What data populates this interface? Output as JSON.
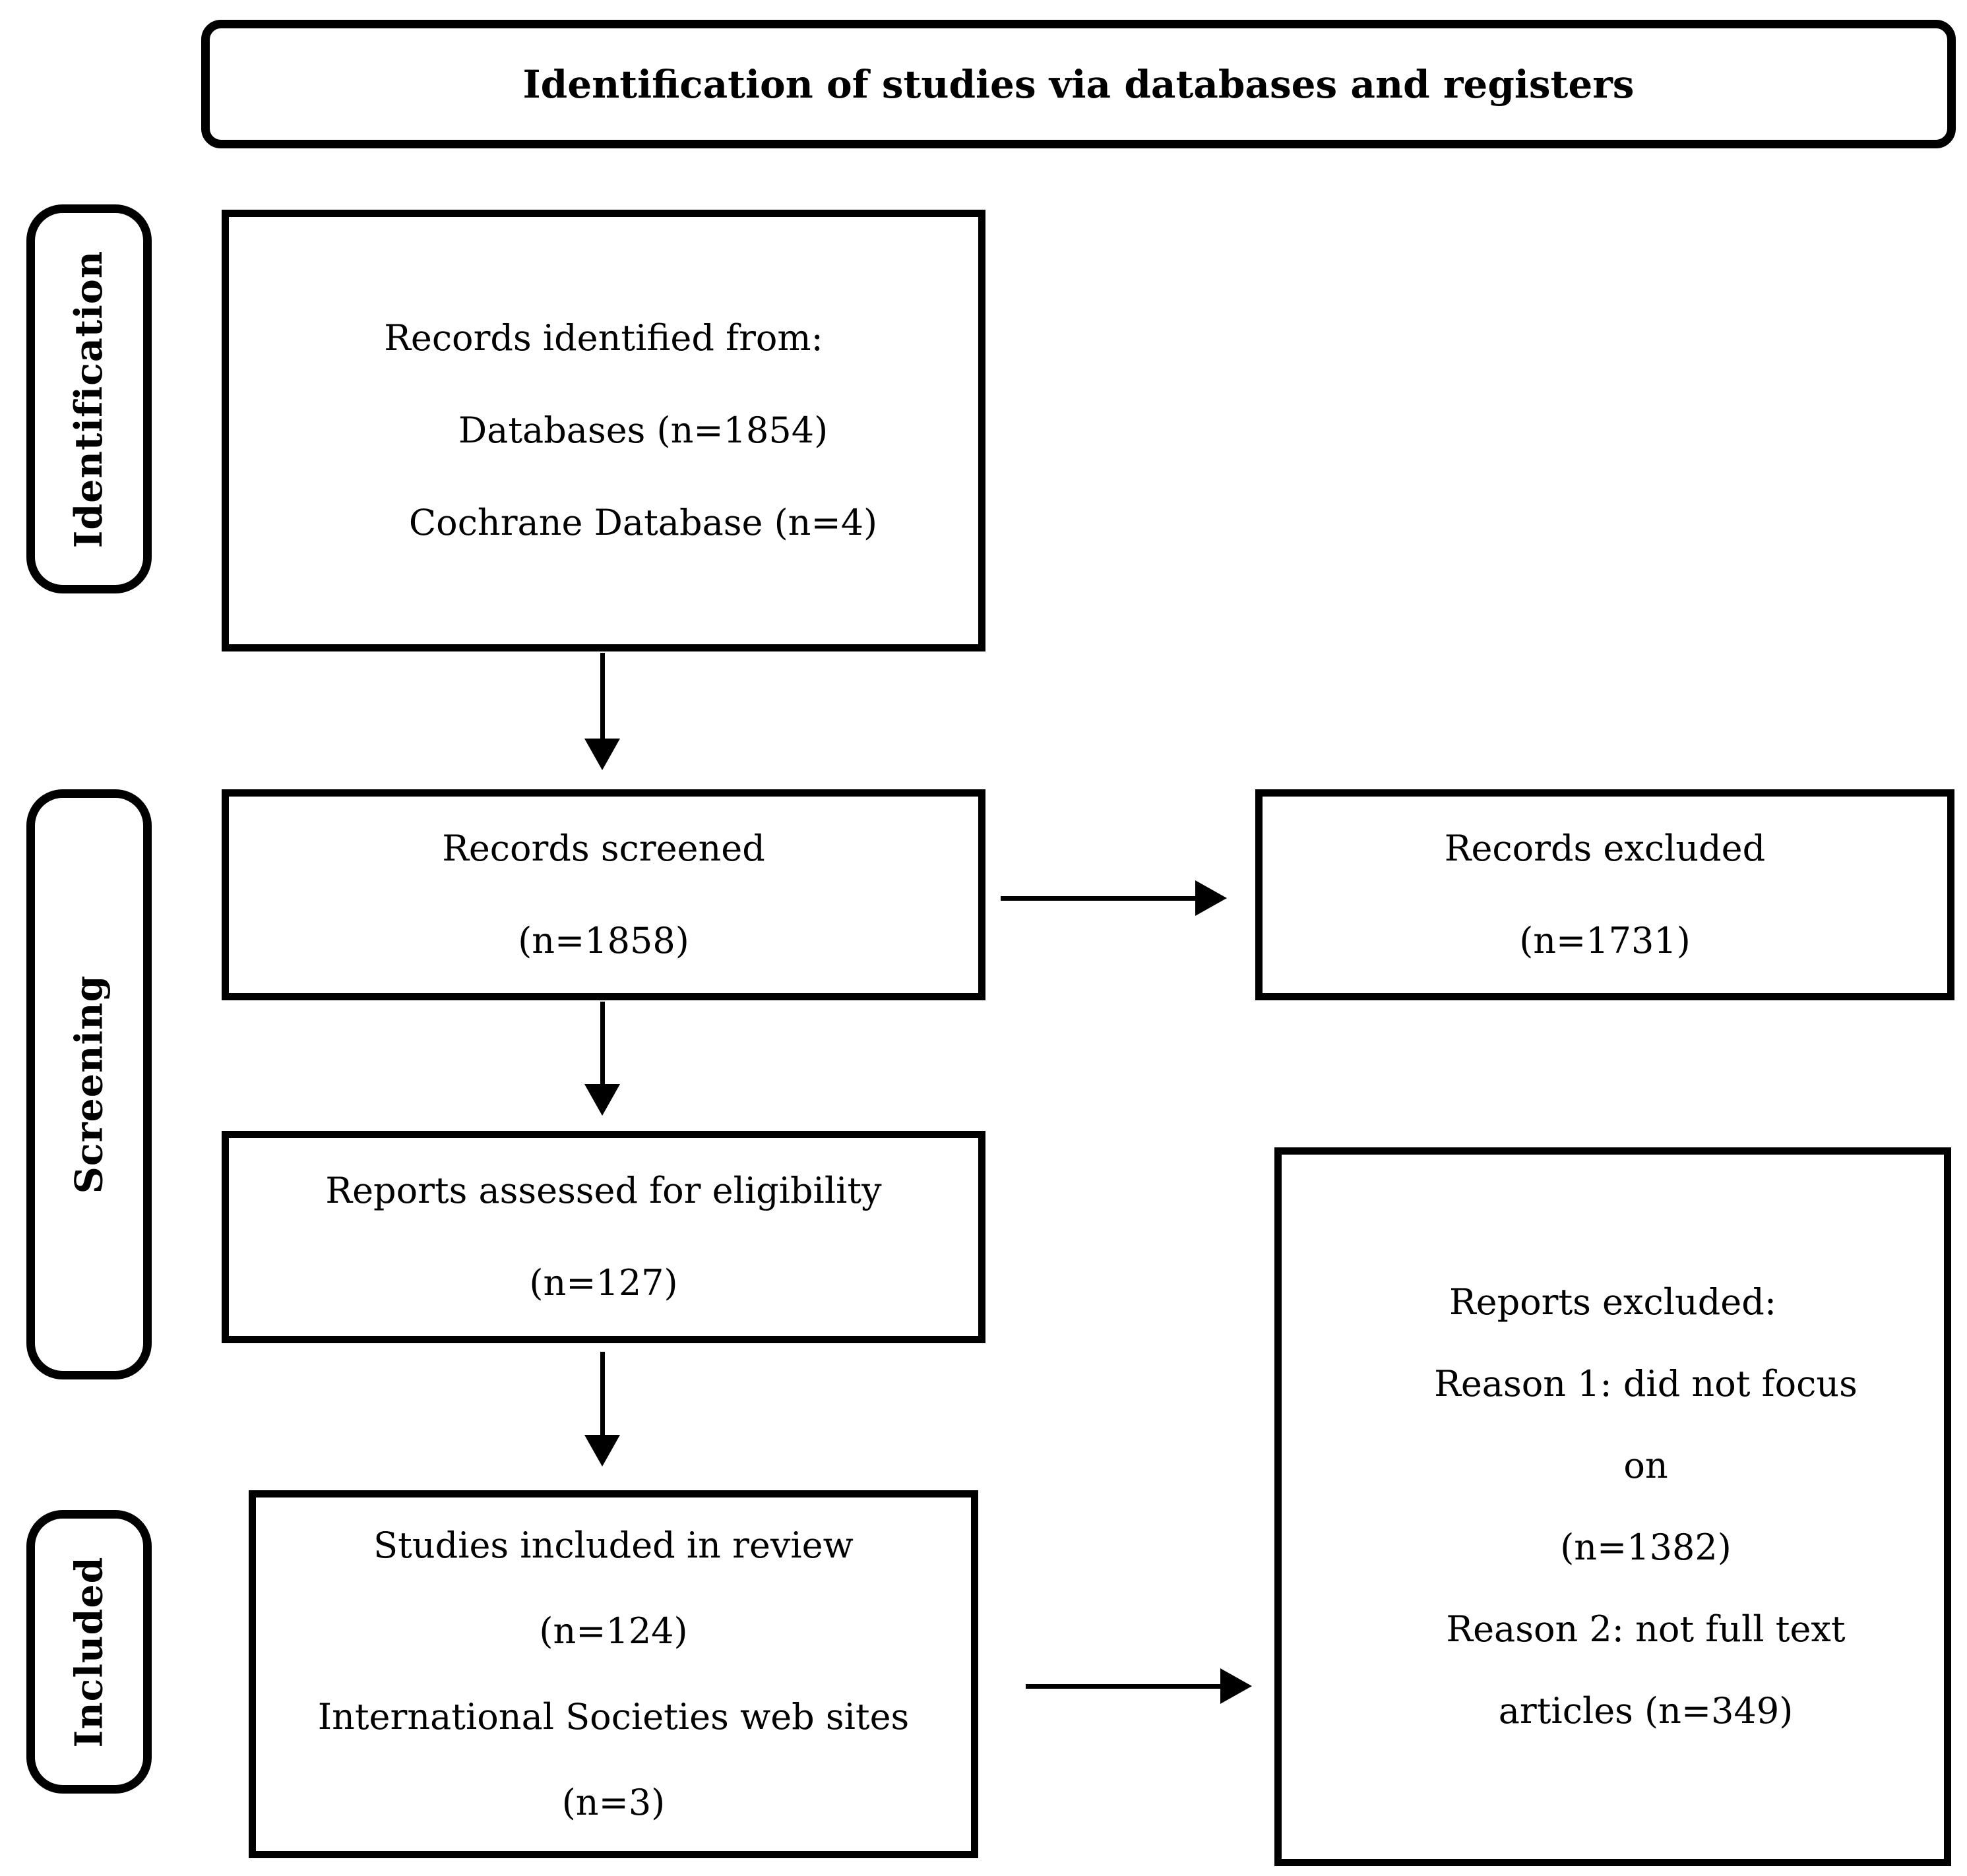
{
  "header": {
    "title": "Identification of studies via databases and registers"
  },
  "side_labels": [
    {
      "id": "identification",
      "label": "Identification"
    },
    {
      "id": "screening",
      "label": "Screening"
    },
    {
      "id": "included",
      "label": "Included"
    }
  ],
  "boxes": {
    "records_identified": {
      "lines": [
        "Records identified from:",
        "Databases (n=1854)",
        "Cochrane Database (n=4)"
      ]
    },
    "records_screened": {
      "lines": [
        "Records screened",
        "(n=1858)"
      ]
    },
    "records_excluded": {
      "lines": [
        "Records excluded",
        "(n=1731)"
      ]
    },
    "reports_assessed": {
      "lines": [
        "Reports assessed for eligibility",
        "(n=127)"
      ]
    },
    "studies_included": {
      "lines": [
        "Studies included in review",
        "(n=124)",
        "International Societies web sites",
        "(n=3)"
      ]
    },
    "reports_excluded": {
      "lines": [
        "Reports excluded:",
        "Reason 1: did not focus",
        "on",
        "(n=1382)",
        "Reason 2: not full text",
        "articles (n=349)"
      ]
    }
  },
  "colors": {
    "line": "#000000",
    "background": "#ffffff",
    "text": "#000000"
  }
}
